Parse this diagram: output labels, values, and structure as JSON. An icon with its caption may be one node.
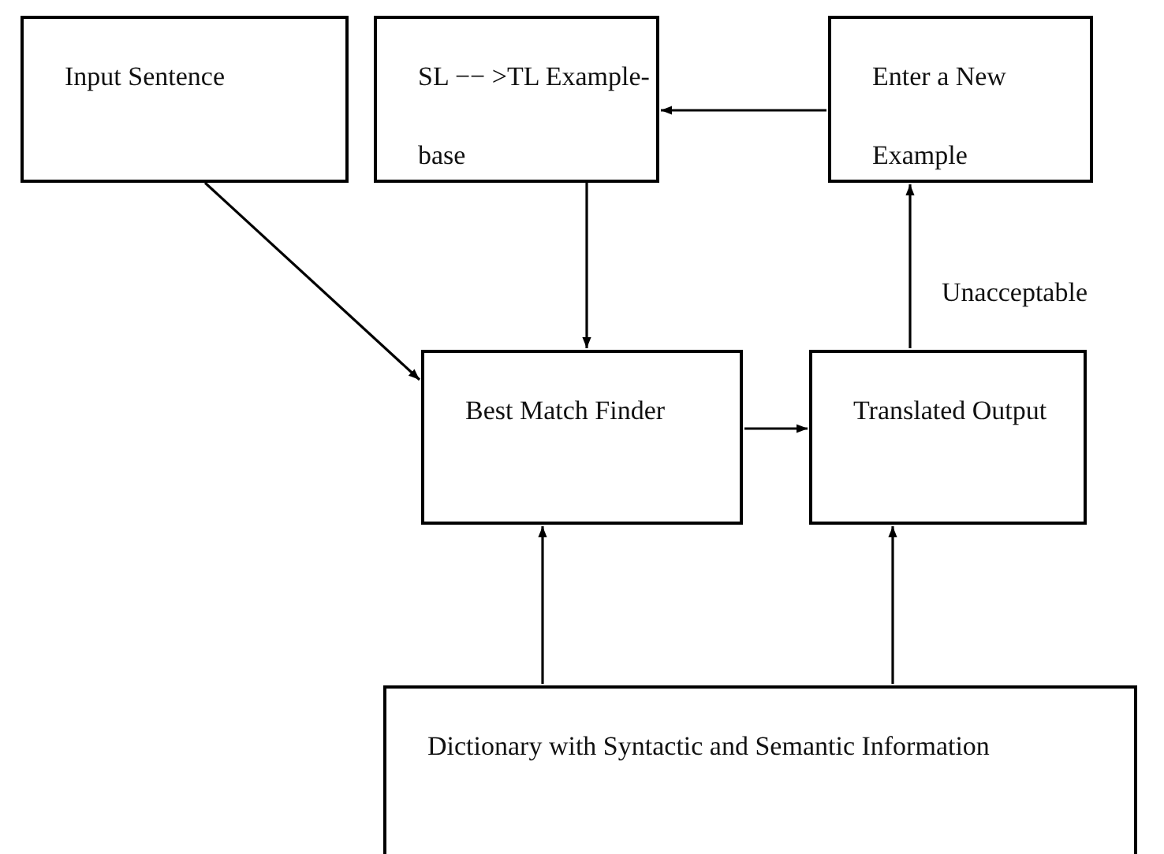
{
  "diagram": {
    "nodes": [
      {
        "text": [
          "Input Sentence"
        ]
      },
      {
        "text": [
          "SL −− >TL Example-base"
        ]
      },
      {
        "text": [
          "Enter a New Example"
        ]
      },
      {
        "text": [
          "Best Match Finder"
        ]
      },
      {
        "text": [
          "Translated Output"
        ]
      },
      {
        "text": [
          "Dictionary with Syntactic and Semantic Information"
        ]
      }
    ],
    "edges": [
      {
        "from": 0,
        "to": 3,
        "arrow": "to"
      },
      {
        "from": 1,
        "to": 3,
        "arrow": "to"
      },
      {
        "from": 2,
        "to": 1,
        "arrow": "to"
      },
      {
        "from": 4,
        "to": 2,
        "arrow": "to",
        "label": "Unacceptable"
      },
      {
        "from": 3,
        "to": 4,
        "arrow": "to"
      },
      {
        "from": 5,
        "to": 3,
        "arrow": "to"
      },
      {
        "from": 5,
        "to": 4,
        "arrow": "to"
      }
    ]
  }
}
